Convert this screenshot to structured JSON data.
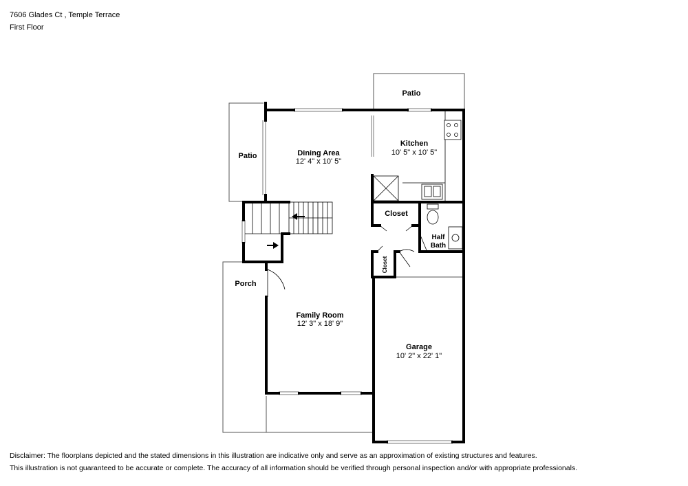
{
  "header": {
    "address": "7606 Glades Ct , Temple Terrace",
    "floor": "First Floor"
  },
  "rooms": {
    "patio_top": {
      "name": "Patio"
    },
    "patio_left": {
      "name": "Patio"
    },
    "dining": {
      "name": "Dining Area",
      "dims": "12' 4\" x 10' 5\""
    },
    "kitchen": {
      "name": "Kitchen",
      "dims": "10' 5\" x 10' 5\""
    },
    "closet_main": {
      "name": "Closet"
    },
    "half_bath": {
      "name_line1": "Half",
      "name_line2": "Bath"
    },
    "closet_small": {
      "name": "Closet"
    },
    "porch": {
      "name": "Porch"
    },
    "family": {
      "name": "Family Room",
      "dims": "12' 3\" x 18' 9\""
    },
    "garage": {
      "name": "Garage",
      "dims": "10' 2\" x 22' 1\""
    }
  },
  "disclaimer": {
    "line1": "Disclaimer: The floorplans depicted and the stated dimensions in this illustration are indicative only and serve as an approximation of existing structures and features.",
    "line2": "This illustration is not guaranteed to be accurate or complete. The accuracy of all information should be verified through personal inspection and/or with appropriate professionals."
  }
}
